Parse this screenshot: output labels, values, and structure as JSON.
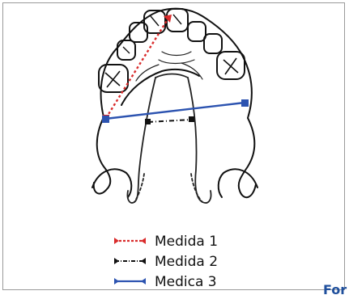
{
  "figure": {
    "legend": [
      {
        "label": "Medida 1",
        "color": "#d92b2b",
        "line_style": "dotted"
      },
      {
        "label": "Medida 2",
        "color": "#111111",
        "line_style": "dash-dot"
      },
      {
        "label": "Medica 3",
        "color": "#2c53b0",
        "line_style": "solid"
      }
    ],
    "brand_fragment": "For",
    "brand_color": "#1f4f9c"
  }
}
